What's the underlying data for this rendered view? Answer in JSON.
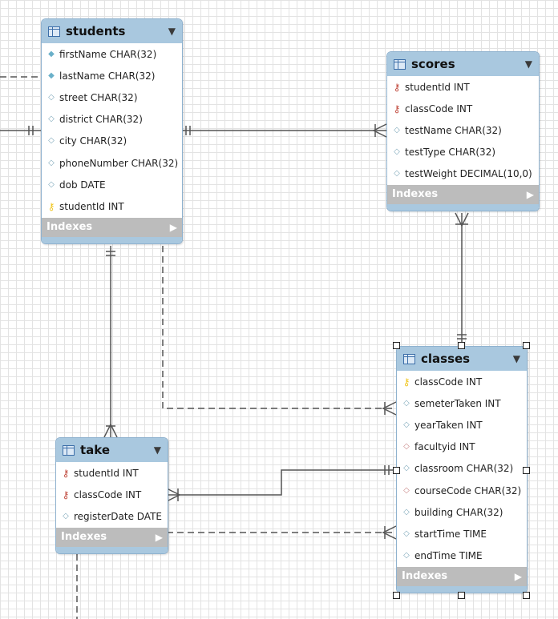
{
  "tables": {
    "students": {
      "name": "students",
      "columns": [
        {
          "text": "firstName CHAR(32)",
          "icon": "diamond"
        },
        {
          "text": "lastName CHAR(32)",
          "icon": "diamond"
        },
        {
          "text": "street CHAR(32)",
          "icon": "hollow"
        },
        {
          "text": "district CHAR(32)",
          "icon": "hollow"
        },
        {
          "text": "city CHAR(32)",
          "icon": "hollow"
        },
        {
          "text": "phoneNumber CHAR(32)",
          "icon": "hollow"
        },
        {
          "text": "dob DATE",
          "icon": "hollow"
        },
        {
          "text": "studentId INT",
          "icon": "primary-key"
        }
      ],
      "indexes": "Indexes"
    },
    "scores": {
      "name": "scores",
      "columns": [
        {
          "text": "studentId INT",
          "icon": "foreign-key"
        },
        {
          "text": "classCode INT",
          "icon": "foreign-key"
        },
        {
          "text": "testName CHAR(32)",
          "icon": "hollow"
        },
        {
          "text": "testType CHAR(32)",
          "icon": "hollow"
        },
        {
          "text": "testWeight DECIMAL(10,0)",
          "icon": "hollow"
        }
      ],
      "indexes": "Indexes"
    },
    "classes": {
      "name": "classes",
      "columns": [
        {
          "text": "classCode INT",
          "icon": "primary-key"
        },
        {
          "text": "semeterTaken INT",
          "icon": "hollow"
        },
        {
          "text": "yearTaken INT",
          "icon": "hollow"
        },
        {
          "text": "facultyid INT",
          "icon": "hollow-red"
        },
        {
          "text": "classroom CHAR(32)",
          "icon": "hollow"
        },
        {
          "text": "courseCode CHAR(32)",
          "icon": "hollow-red"
        },
        {
          "text": "building CHAR(32)",
          "icon": "hollow"
        },
        {
          "text": "startTime TIME",
          "icon": "hollow"
        },
        {
          "text": "endTime TIME",
          "icon": "hollow"
        }
      ],
      "indexes": "Indexes"
    },
    "take": {
      "name": "take",
      "columns": [
        {
          "text": "studentId INT",
          "icon": "foreign-key"
        },
        {
          "text": "classCode INT",
          "icon": "foreign-key"
        },
        {
          "text": "registerDate DATE",
          "icon": "hollow"
        }
      ],
      "indexes": "Indexes"
    }
  },
  "colors": {
    "header": "#a9c8df",
    "border": "#8fb2cf",
    "indexes": "#bcbcbc",
    "connector": "#555555"
  }
}
